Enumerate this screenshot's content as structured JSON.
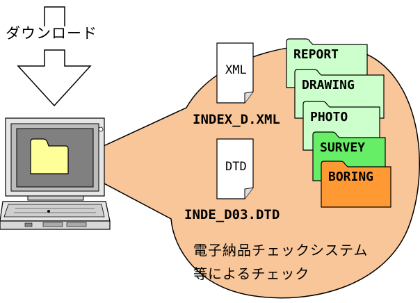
{
  "download_label": "ダウンロード",
  "documents": [
    {
      "tag": "XML",
      "filename": "INDEX_D.XML"
    },
    {
      "tag": "DTD",
      "filename": "INDE_D03.DTD"
    }
  ],
  "folders": [
    {
      "label": "REPORT",
      "color": "#ccffcc"
    },
    {
      "label": "DRAWING",
      "color": "#ccffcc"
    },
    {
      "label": "PHOTO",
      "color": "#ccffcc"
    },
    {
      "label": "SURVEY",
      "color": "#66ee66"
    },
    {
      "label": "BORING",
      "color": "#ff9933"
    }
  ],
  "caption": {
    "line1": "電子納品チェックシステム",
    "line2": "等によるチェック"
  },
  "colors": {
    "bubble": "#f9c69a",
    "laptop_screen": "#808080",
    "laptop_folder": "#ffff99"
  },
  "icons": {
    "arrow": "download-arrow-icon",
    "laptop": "laptop-icon",
    "document": "document-icon",
    "folder": "folder-icon"
  }
}
